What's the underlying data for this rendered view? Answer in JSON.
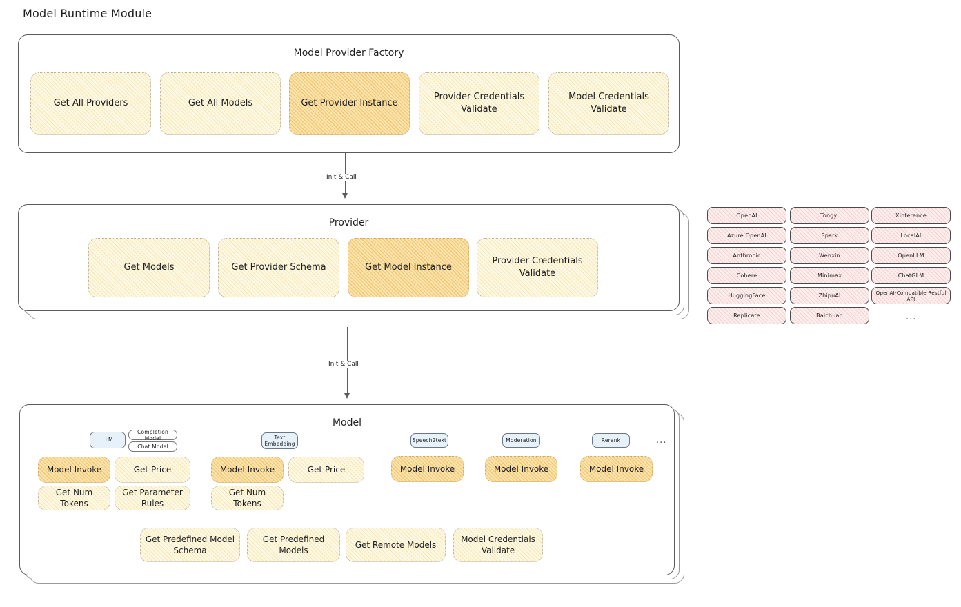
{
  "page": {
    "title": "Model Runtime Module"
  },
  "factory": {
    "title": "Model Provider Factory",
    "cards": [
      {
        "label": "Get All Providers",
        "highlighted": false
      },
      {
        "label": "Get All Models",
        "highlighted": false
      },
      {
        "label": "Get Provider Instance",
        "highlighted": true
      },
      {
        "label": "Provider Credentials Validate",
        "highlighted": false
      },
      {
        "label": "Model Credentials Validate",
        "highlighted": false
      }
    ]
  },
  "arrows": [
    {
      "label": "Init & Call"
    },
    {
      "label": "Init & Call"
    }
  ],
  "provider": {
    "title": "Provider",
    "cards": [
      {
        "label": "Get Models",
        "highlighted": false
      },
      {
        "label": "Get Provider Schema",
        "highlighted": false
      },
      {
        "label": "Get Model Instance",
        "highlighted": true
      },
      {
        "label": "Provider Credentials Validate",
        "highlighted": false
      }
    ]
  },
  "provider_list": {
    "columns": [
      [
        "OpenAI",
        "Azure OpenAI",
        "Anthropic",
        "Cohere",
        "HuggingFace",
        "Replicate"
      ],
      [
        "Tongyi",
        "Spark",
        "Wenxin",
        "Minimax",
        "ZhipuAI",
        "Baichuan"
      ],
      [
        "Xinference",
        "LocalAI",
        "OpenLLM",
        "ChatGLM",
        "OpenAI-Compatible Restful API"
      ]
    ],
    "more_indicator": "..."
  },
  "model": {
    "title": "Model",
    "more_indicator": "...",
    "groups": [
      {
        "badge": "LLM",
        "badge_type": "blue",
        "sub_badges": [
          "Completion Model",
          "Chat Model"
        ],
        "cards": [
          {
            "label": "Model Invoke",
            "highlighted": true
          },
          {
            "label": "Get Price",
            "highlighted": false
          },
          {
            "label": "Get Num Tokens",
            "highlighted": false
          },
          {
            "label": "Get Parameter Rules",
            "highlighted": false
          }
        ]
      },
      {
        "badge": "Text Embedding",
        "badge_type": "blue",
        "sub_badges": [],
        "cards": [
          {
            "label": "Model Invoke",
            "highlighted": true
          },
          {
            "label": "Get Price",
            "highlighted": false
          },
          {
            "label": "Get Num Tokens",
            "highlighted": false
          }
        ]
      },
      {
        "badge": "Speech2text",
        "badge_type": "blue",
        "sub_badges": [],
        "cards": [
          {
            "label": "Model Invoke",
            "highlighted": true
          }
        ]
      },
      {
        "badge": "Moderation",
        "badge_type": "blue",
        "sub_badges": [],
        "cards": [
          {
            "label": "Model Invoke",
            "highlighted": true
          }
        ]
      },
      {
        "badge": "Rerank",
        "badge_type": "blue",
        "sub_badges": [],
        "cards": [
          {
            "label": "Model Invoke",
            "highlighted": true
          }
        ]
      }
    ],
    "shared_cards": [
      {
        "label": "Get Predefined Model Schema",
        "highlighted": false
      },
      {
        "label": "Get Predefined Models",
        "highlighted": false
      },
      {
        "label": "Get Remote Models",
        "highlighted": false
      },
      {
        "label": "Model Credentials Validate",
        "highlighted": false
      }
    ]
  },
  "colors": {
    "card_fill": "#fdf8e3",
    "card_fill_highlight": "#fbe3ae",
    "badge_blue_fill": "#e7f1fa",
    "chip_pink_fill": "#fdeeee",
    "stroke": "#1e1e1e"
  }
}
